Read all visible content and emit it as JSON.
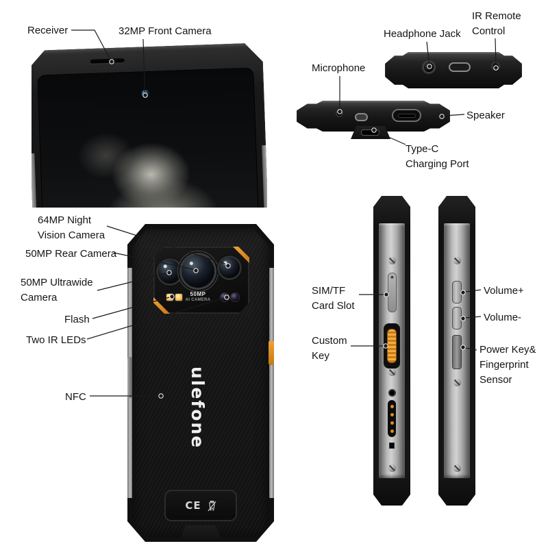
{
  "page": {
    "type": "product-feature-diagram",
    "product": "Ulefone rugged smartphone",
    "background": "#ffffff"
  },
  "brand": {
    "logo_text": "ulefone"
  },
  "front_view": {
    "labels": {
      "receiver": "Receiver",
      "front_camera": "32MP Front Camera"
    }
  },
  "top_edge_view": {
    "labels": {
      "headphone_jack": "Headphone Jack",
      "ir_remote": "IR Remote\nControl"
    }
  },
  "bottom_edge_view": {
    "labels": {
      "microphone": "Microphone",
      "speaker": "Speaker",
      "type_c": "Type-C\nCharging Port"
    }
  },
  "back_view": {
    "labels": {
      "night_vision": "64MP Night\nVision Camera",
      "rear_camera": "50MP Rear Camera",
      "ultrawide": "50MP Ultrawide\nCamera",
      "flash": "Flash",
      "ir_leds": "Two IR LEDs",
      "nfc": "NFC"
    },
    "camera_module": {
      "main_label": "50MP",
      "sub_label": "AI CAMERA"
    },
    "regulatory": {
      "ce_mark": "CE"
    }
  },
  "side_views": {
    "labels": {
      "sim_slot": "SIM/TF\nCard Slot",
      "custom_key": "Custom\nKey",
      "volume_up": "Volume+",
      "volume_down": "Volume-",
      "power_key": "Power Key&\nFingerprint\nSensor"
    }
  },
  "colors": {
    "accent_orange": "#e9952e",
    "body_black": "#161616",
    "rail_gray": "#b0b0b0",
    "leader_line": "#1a1a1a",
    "background": "#ffffff"
  }
}
